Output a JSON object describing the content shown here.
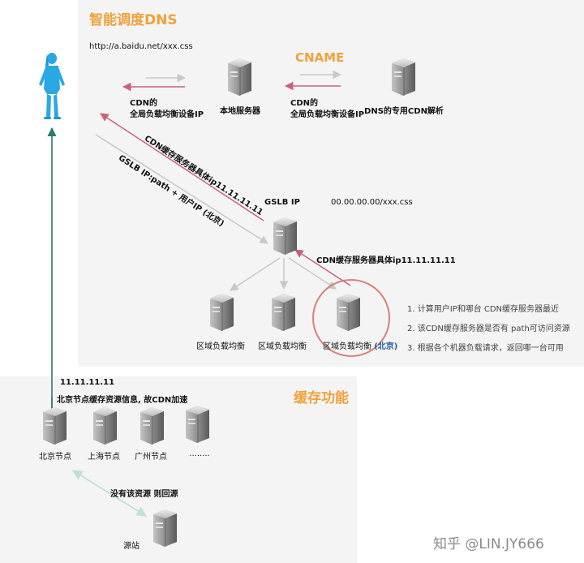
{
  "top_panel": {
    "title": "智能调度DNS",
    "url": "http://a.baidu.net/xxx.css",
    "cname": "CNAME",
    "cdn_label_1_line1": "CDN的",
    "cdn_label_1_line2": "全局负载均衡设备IP",
    "local_server": "本地服务器",
    "cdn_label_2_line1": "CDN的",
    "cdn_label_2_line2": "全局负载均衡设备IP",
    "dns_cdn": "DNS的专用CDN解析",
    "diag_label_1": "CDN缓存服务器具体ip11.11.11.11",
    "diag_label_2": "GSLB IP:path + 用户IP (北京)",
    "gslb_ip": "GSLB IP",
    "gslb_path": "00.00.00.00/xxx.css",
    "gslb_return": "CDN缓存服务器具体ip11.11.11.11",
    "regions": [
      "区域负载均衡",
      "区域负载均衡",
      "区域负载均衡"
    ],
    "region_beijing_tag": "(北京)",
    "notes": [
      "1. 计算用户IP和哪台 CDN缓存服务器最近",
      "2. 该CDN缓存服务器是否有 path可访问资源",
      "3. 根据各个机器负载请求，返回哪一台可用"
    ]
  },
  "bottom_panel": {
    "title": "缓存功能",
    "ip": "11.11.11.11",
    "info": "北京节点缓存资源信息, 故CDN加速",
    "nodes": [
      "北京节点",
      "上海节点",
      "广州节点",
      "........"
    ],
    "back_to_origin": "没有该资源 则回源",
    "origin": "源站"
  },
  "watermark": "知乎 @LIN.JY666",
  "colors": {
    "accent_orange": "#f0a23c",
    "arrow_red": "#c9617a",
    "arrow_gray": "#c8c8c8",
    "arrow_teal": "#2b7a6e",
    "circle_red": "#d9807a",
    "person_blue": "#2aa8e4"
  }
}
